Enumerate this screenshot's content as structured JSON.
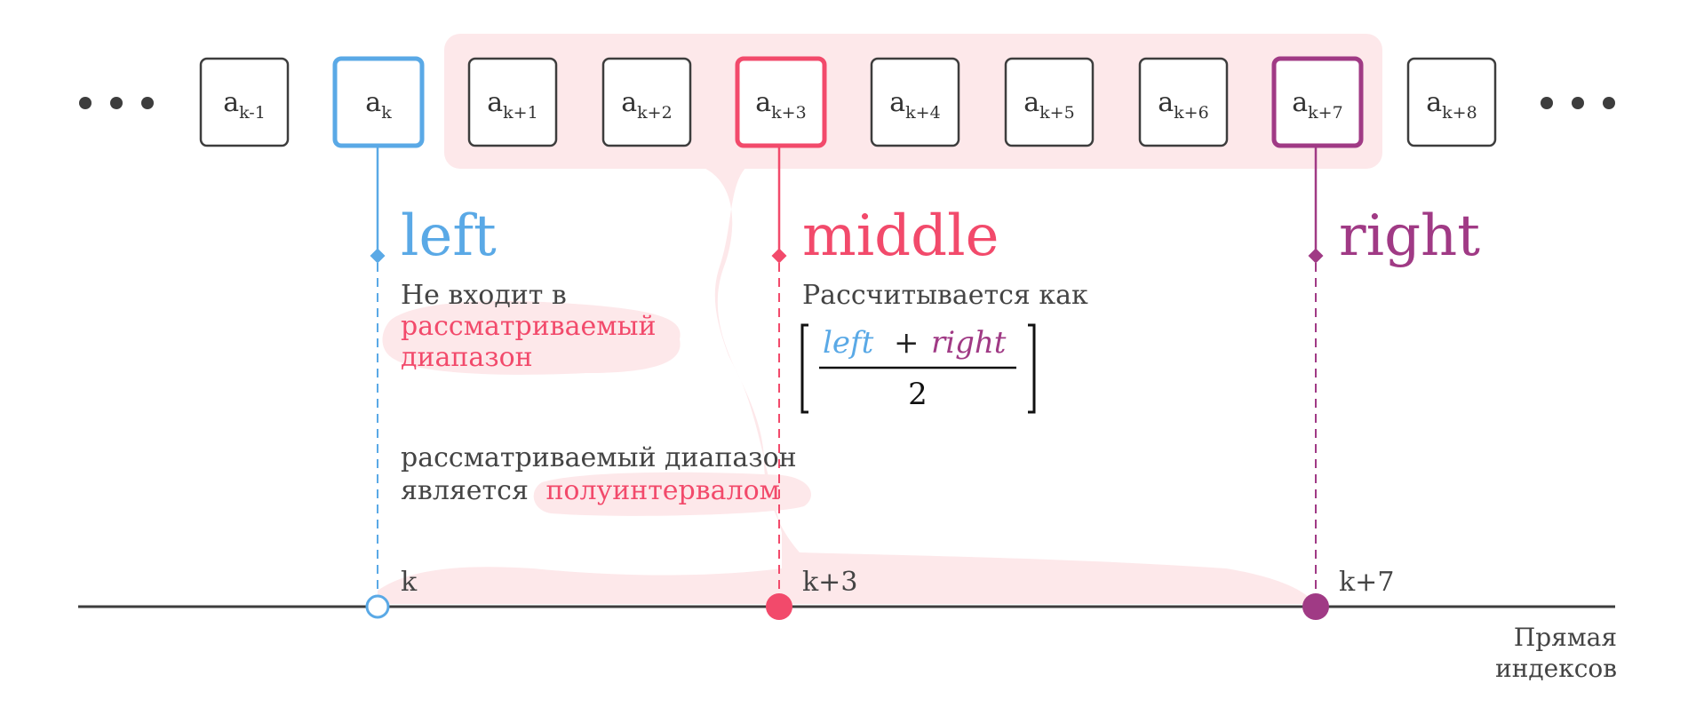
{
  "ellipsis": "•••",
  "cells": [
    {
      "base": "a",
      "sub": "k-1",
      "role": "plain"
    },
    {
      "base": "a",
      "sub": "k",
      "role": "left"
    },
    {
      "base": "a",
      "sub": "k+1",
      "role": "plain"
    },
    {
      "base": "a",
      "sub": "k+2",
      "role": "plain"
    },
    {
      "base": "a",
      "sub": "k+3",
      "role": "middle"
    },
    {
      "base": "a",
      "sub": "k+4",
      "role": "plain"
    },
    {
      "base": "a",
      "sub": "k+5",
      "role": "plain"
    },
    {
      "base": "a",
      "sub": "k+6",
      "role": "plain"
    },
    {
      "base": "a",
      "sub": "k+7",
      "role": "right"
    },
    {
      "base": "a",
      "sub": "k+8",
      "role": "plain"
    }
  ],
  "pointers": {
    "left": {
      "label": "left",
      "index_label": "k",
      "desc_line1": "Не входит в",
      "desc_line2": "рассматриваемый",
      "desc_line3": "диапазон"
    },
    "middle": {
      "label": "middle",
      "index_label": "k+3",
      "desc": "Рассчитывается как",
      "formula_left": "left",
      "formula_plus": "+",
      "formula_right": "right",
      "formula_den": "2"
    },
    "right": {
      "label": "right",
      "index_label": "k+7"
    }
  },
  "note": {
    "line1": "рассматриваемый диапазон",
    "line2_prefix": "является",
    "line2_highlight": "полуинтервалом"
  },
  "axis": {
    "label_line1": "Прямая",
    "label_line2": "индексов"
  },
  "colors": {
    "left": "#5aa9e6",
    "middle": "#f24a6b",
    "right": "#a03a85",
    "highlight": "#fde8ea",
    "text": "#444444",
    "cell_border": "#3d3d3d"
  }
}
